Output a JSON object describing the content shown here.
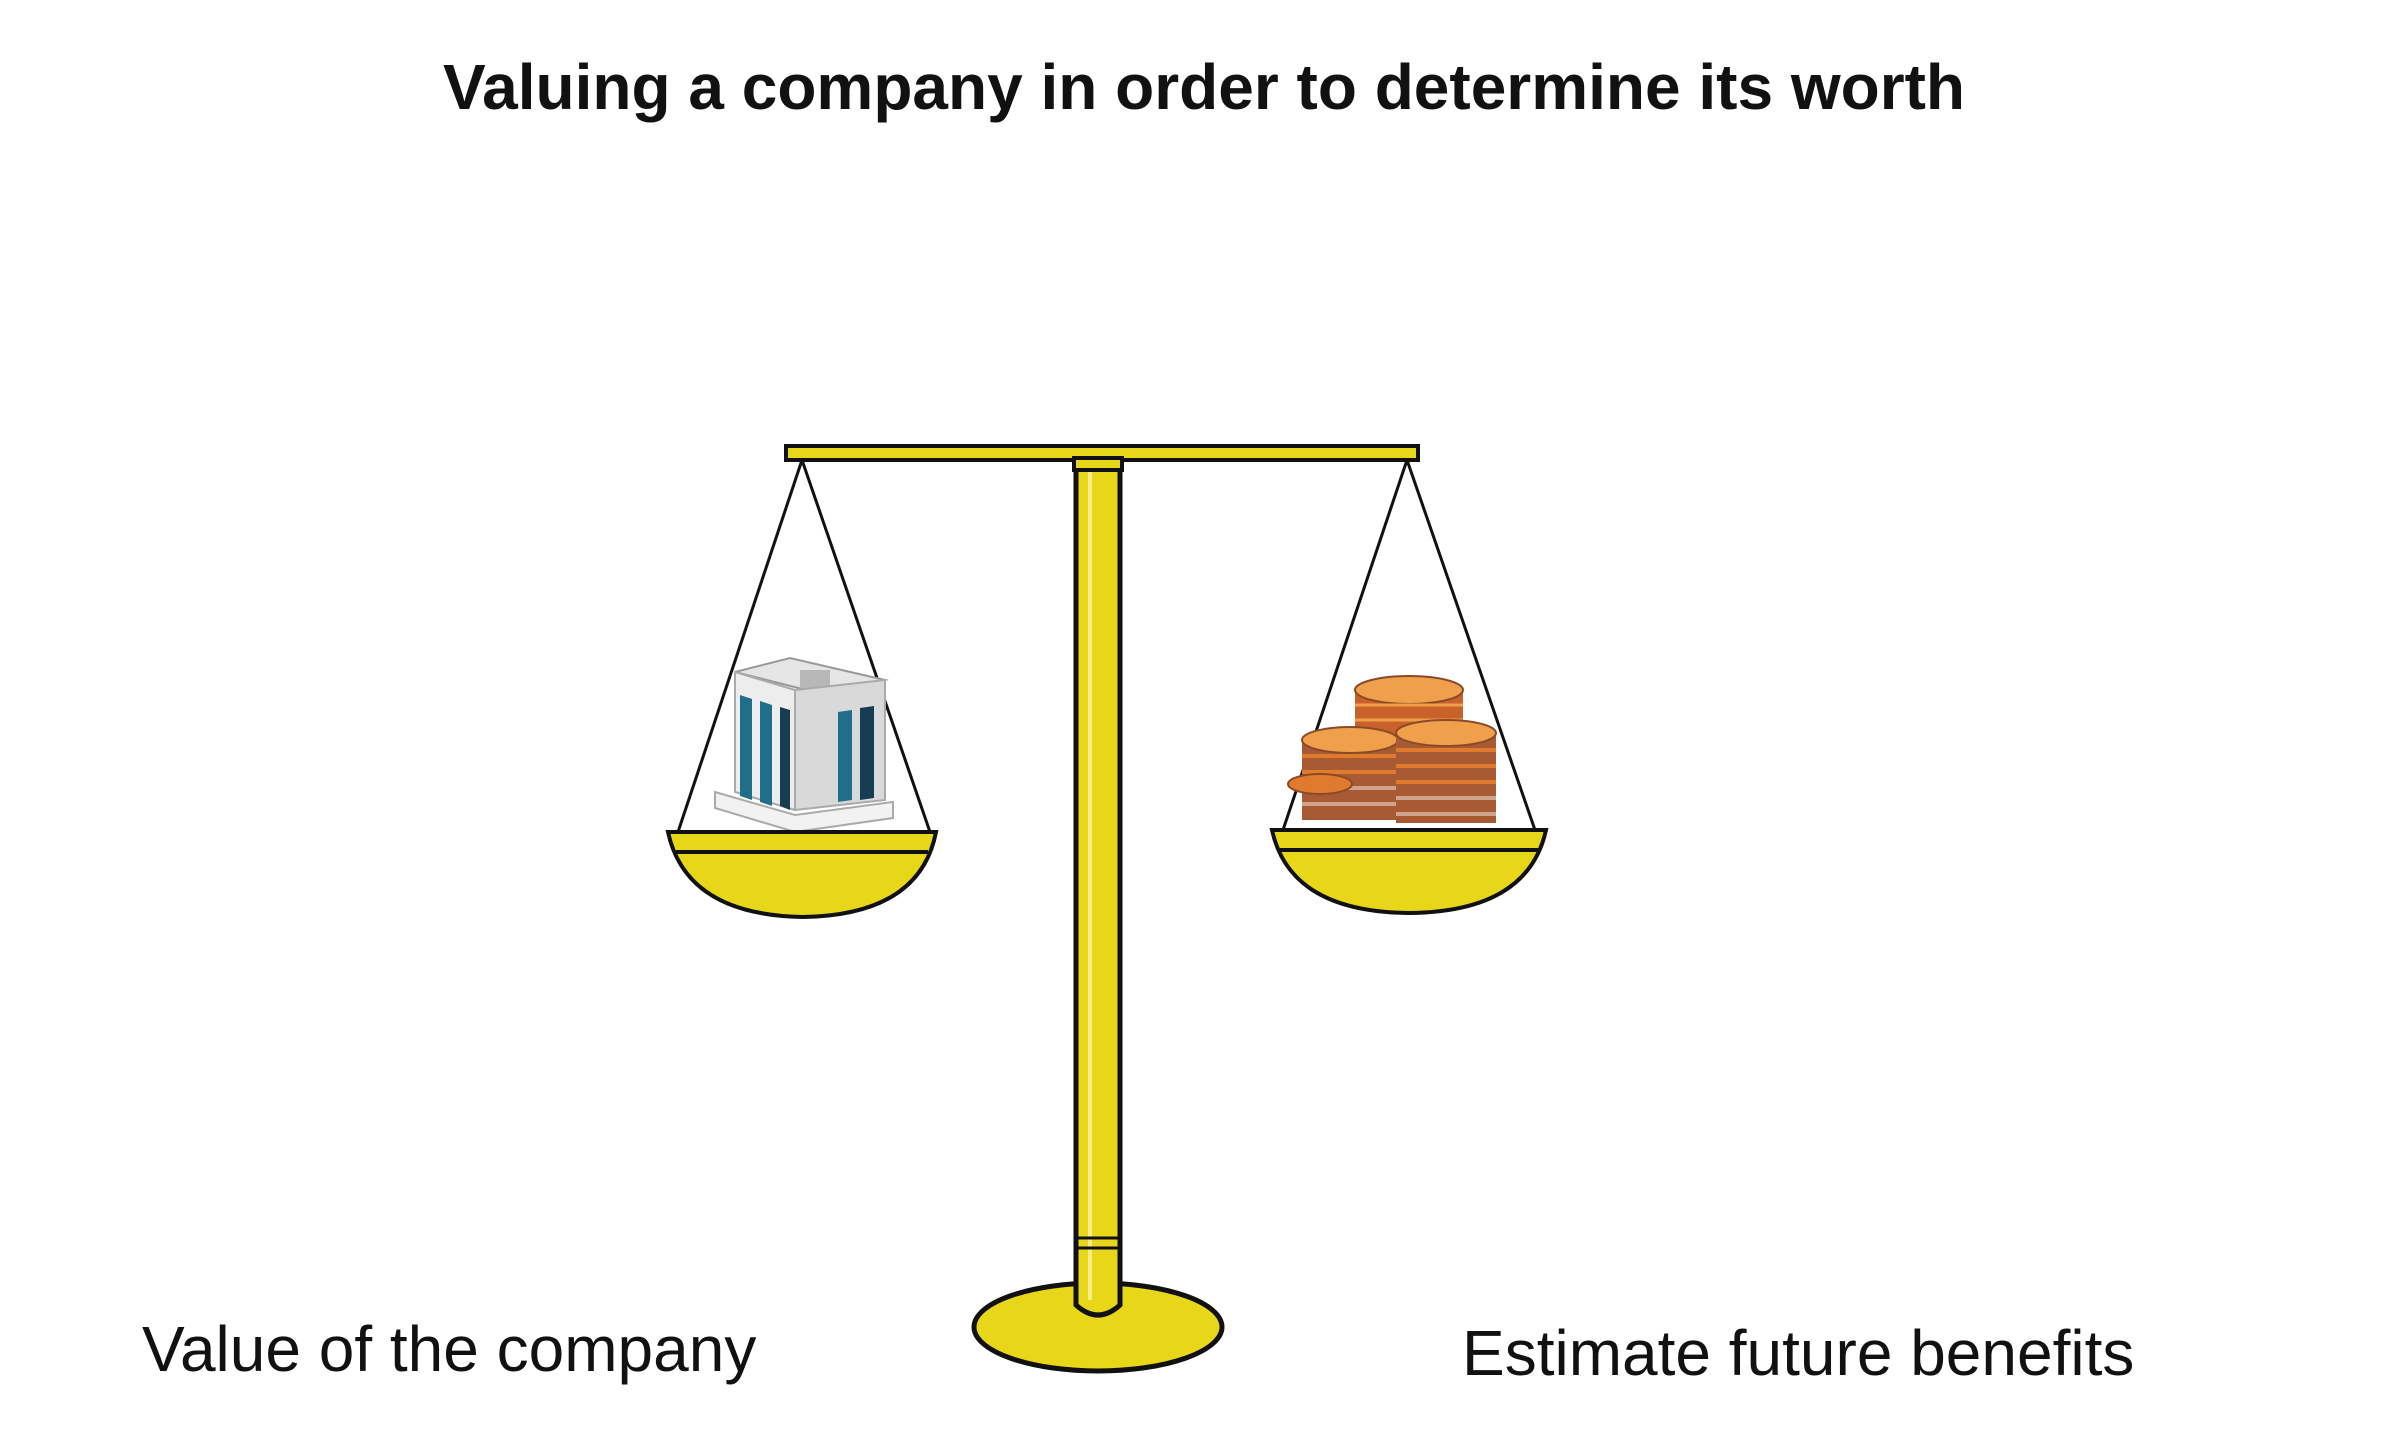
{
  "title": "Valuing a company in order to determine its worth",
  "labels": {
    "left": "Value of the company",
    "right": "Estimate future benefits"
  },
  "colors": {
    "scale_yellow": "#e8d619",
    "outline": "#111111",
    "building_white": "#f2f2f2",
    "building_glass": "#1f6f8b",
    "coin_orange": "#e07a2c",
    "coin_dark": "#8a4a28"
  },
  "icons": {
    "left_pan_item": "office-building-icon",
    "right_pan_item": "coin-stacks-icon"
  }
}
